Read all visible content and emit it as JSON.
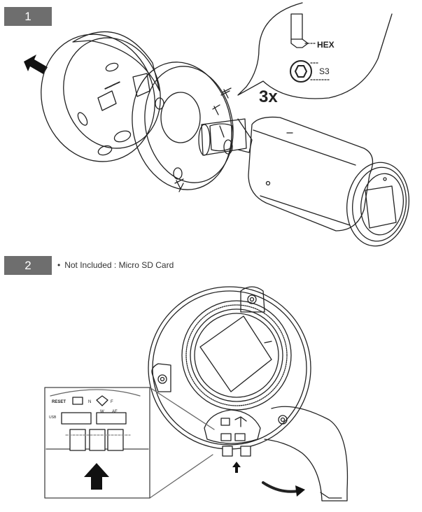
{
  "steps": [
    {
      "number": "1"
    },
    {
      "number": "2",
      "note": "Not Included : Micro SD Card"
    }
  ],
  "tool_callout": {
    "hex": "HEX",
    "size": "S3",
    "count": "3x"
  },
  "inset": {
    "reset": "RESET",
    "n": "N",
    "f": "F",
    "w": "W",
    "af": "AF",
    "usb": "USB"
  }
}
